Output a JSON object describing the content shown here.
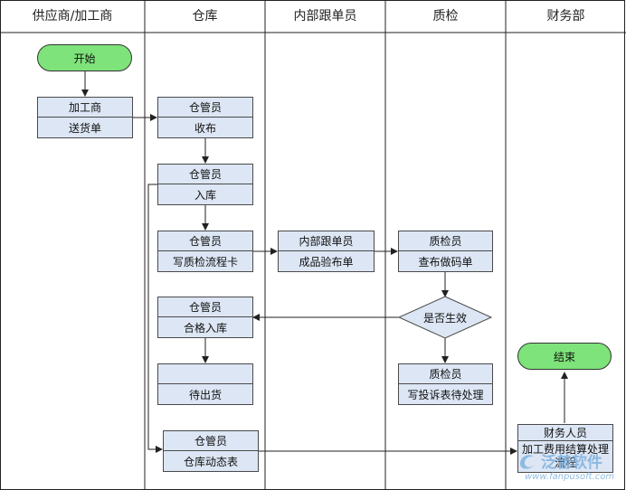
{
  "lanes": [
    "供应商/加工商",
    "仓库",
    "内部跟单员",
    "质检",
    "财务部"
  ],
  "terminals": {
    "start": "开始",
    "end": "结束"
  },
  "boxes": {
    "supplier_delivery": {
      "top": "加工商",
      "bottom": "送货单"
    },
    "receive": {
      "top": "仓管员",
      "bottom": "收布"
    },
    "stock_in": {
      "top": "仓管员",
      "bottom": "入库"
    },
    "qc_form": {
      "top": "仓管员",
      "bottom": "写质检流程卡"
    },
    "follow_up": {
      "top": "内部跟单员",
      "bottom": "成品验布单"
    },
    "qc_check": {
      "top": "质检员",
      "bottom": "查布做码单"
    },
    "qualified_in": {
      "top": "仓管员",
      "bottom": "合格入库"
    },
    "pending_ship": {
      "top": "",
      "bottom": "待出货"
    },
    "complaint": {
      "top": "质检员",
      "bottom": "写投诉表待处理"
    },
    "inventory": {
      "top": "仓管员",
      "bottom": "仓库动态表"
    },
    "finance": {
      "top": "财务人员",
      "bottom": "加工费用结算处理流程"
    }
  },
  "decision": "是否生效",
  "watermark": {
    "brand": "泛普软件",
    "url": "www.fanpusoft.com"
  },
  "colors": {
    "box_fill": "#dce6f4",
    "terminal_fill": "#7ee37a",
    "line": "#333333"
  }
}
